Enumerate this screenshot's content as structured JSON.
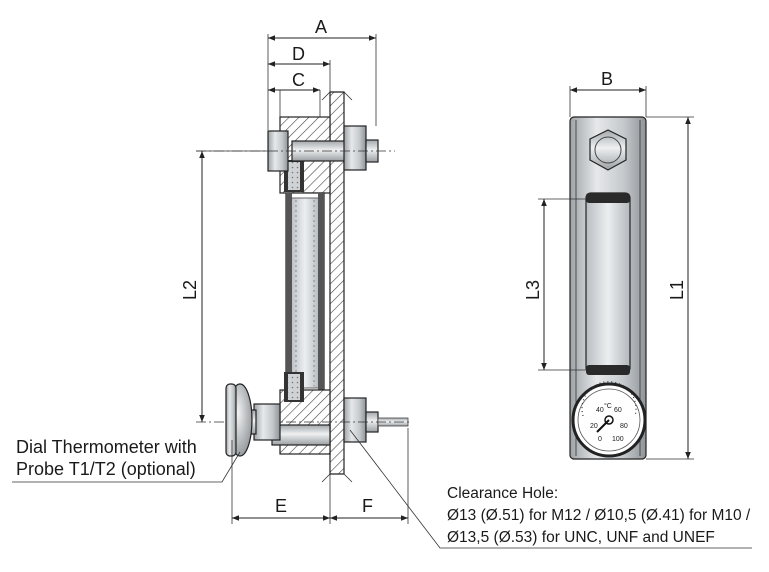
{
  "dimensions": {
    "A": "A",
    "D": "D",
    "C": "C",
    "B": "B",
    "L1": "L1",
    "L2": "L2",
    "L3": "L3",
    "E": "E",
    "F": "F"
  },
  "callouts": {
    "thermometer_line1": "Dial Thermometer with",
    "thermometer_line2": "Probe T1/T2 (optional)",
    "clearance_line1": "Clearance Hole:",
    "clearance_line2": "Ø13 (Ø.51) for M12 / Ø10,5 (Ø.41) for M10 /",
    "clearance_line3": "Ø13,5 (Ø.53) for UNC, UNF and UNEF"
  },
  "dial_labels": {
    "unit": "°C",
    "ticks": [
      "20",
      "40",
      "60",
      "80",
      "100",
      "0"
    ]
  }
}
